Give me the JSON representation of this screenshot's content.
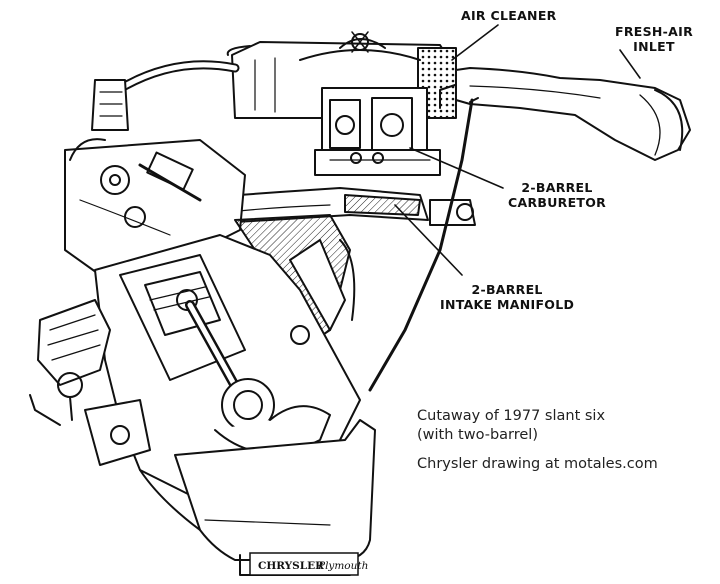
{
  "callouts": {
    "air_cleaner": "AIR CLEANER",
    "fresh_air_inlet_line1": "FRESH-AIR",
    "fresh_air_inlet_line2": "INLET",
    "carburetor_line1": "2-BARREL",
    "carburetor_line2": "CARBURETOR",
    "intake_manifold_line1": "2-BARREL",
    "intake_manifold_line2": "INTAKE MANIFOLD"
  },
  "caption": {
    "line1": "Cutaway of 1977 slant six",
    "line2": "(with two-barrel)",
    "credit": "Chrysler drawing at motales.com"
  },
  "logo": {
    "brand1": "CHRYSLER",
    "brand2": "Plymouth"
  },
  "colors": {
    "ink": "#111111",
    "paper": "#ffffff",
    "shade": "#bdbdbd"
  }
}
